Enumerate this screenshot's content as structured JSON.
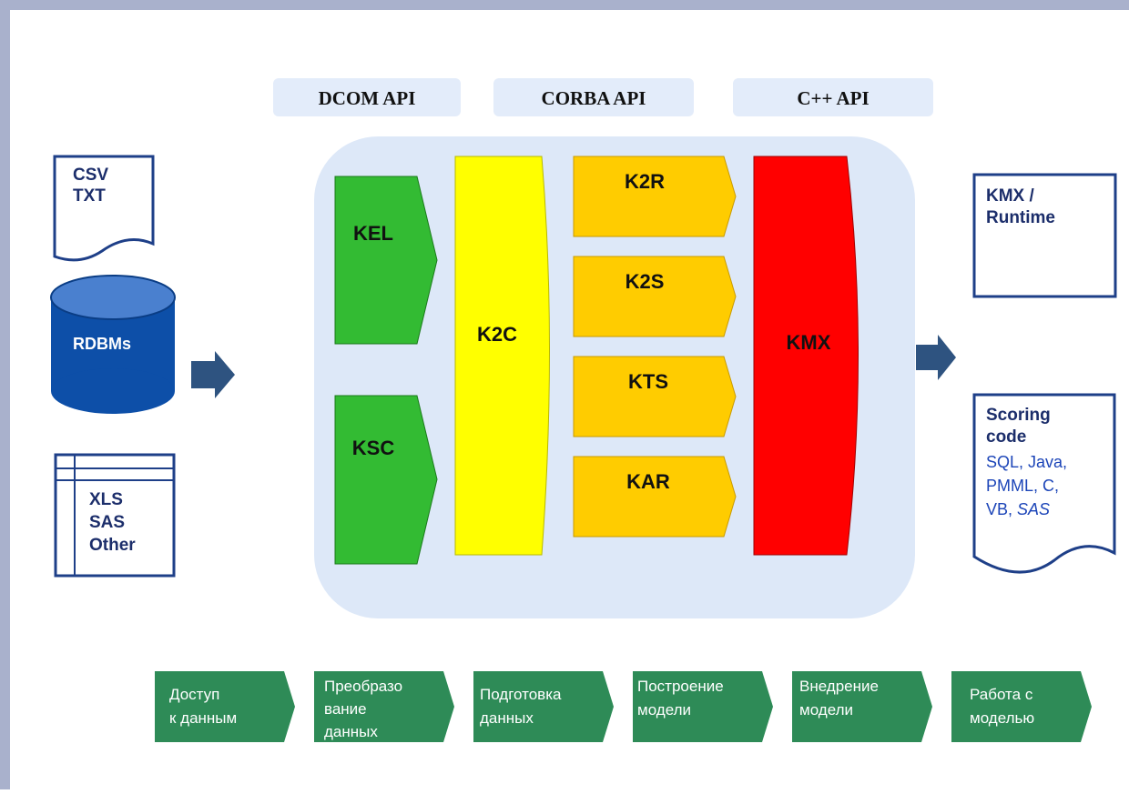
{
  "api_labels": [
    "DCOM API",
    "CORBA API",
    "C++ API"
  ],
  "inputs": {
    "flat_file": {
      "lines": [
        "CSV",
        "TXT"
      ]
    },
    "database": {
      "label": "RDBMs"
    },
    "spreadsheet": {
      "lines": [
        "XLS",
        "SAS",
        "Other"
      ]
    }
  },
  "core": {
    "kel": "KEL",
    "ksc": "KSC",
    "k2c": "K2C",
    "modules": [
      "K2R",
      "K2S",
      "KTS",
      "KAR"
    ],
    "kmx": "KMX"
  },
  "outputs": {
    "runtime": {
      "lines": [
        "KMX /",
        "Runtime"
      ]
    },
    "scoring": {
      "title_lines": [
        "Scoring",
        "code"
      ],
      "languages": [
        "SQL, Java,",
        "PMML, C,",
        "VB, "
      ],
      "languages_italic": "SAS"
    }
  },
  "process_steps": [
    {
      "lines": [
        "Доступ",
        "к данным"
      ]
    },
    {
      "lines": [
        "Преобразо",
        "вание",
        "данных"
      ]
    },
    {
      "lines": [
        "Подготовка",
        "данных"
      ]
    },
    {
      "lines": [
        "Построение",
        "модели"
      ]
    },
    {
      "lines": [
        "Внедрение",
        "модели"
      ]
    },
    {
      "lines": [
        "Работа с",
        "моделью"
      ]
    }
  ],
  "colors": {
    "border": "#a9b1cc",
    "api_bg": "#e3ecfa",
    "panel_bg": "#dde8f8",
    "green": "#33bb33",
    "yellow": "#ffff00",
    "orange": "#ffcc00",
    "red": "#ff0000",
    "navy": "#1e3f88",
    "db_blue": "#0d4fa8",
    "step_green": "#2e8b57"
  }
}
